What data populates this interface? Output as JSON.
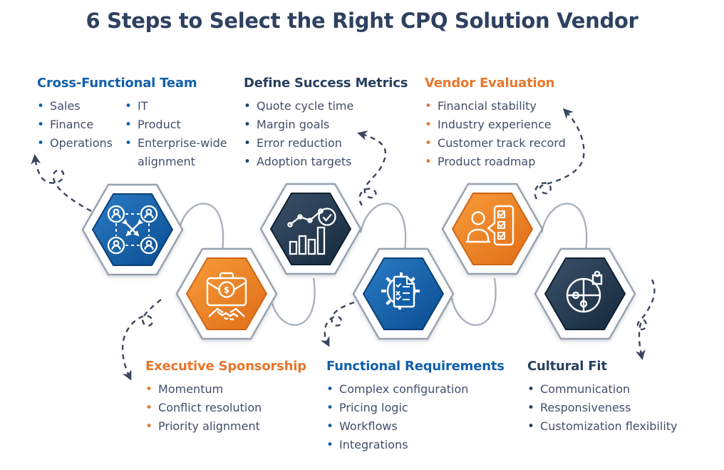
{
  "title": "6 Steps to Select the Right CPQ Solution Vendor",
  "glyphs": {
    "bullet": "•",
    "dollar": "$"
  },
  "colors": {
    "title_navy": "#2d4160",
    "blue_accent": "#1160ab",
    "navy_accent": "#27405f",
    "orange_accent": "#e8762b",
    "body_text": "#414f69",
    "arrow": "#39465f",
    "connector": "#a9b1bc",
    "hex_blue_light": "#2b7cc5",
    "hex_blue_dark": "#0a4c90",
    "hex_orange_light": "#f79b3a",
    "hex_orange_dark": "#e06d17",
    "hex_navy_light": "#3c5069",
    "hex_navy_dark": "#15293d",
    "hex_ring": "#98a2ad"
  },
  "steps": [
    {
      "heading": "Cross-Functional Team",
      "icon": "team-network-icon",
      "items": [
        "Sales",
        "Finance",
        "Operations",
        "IT",
        "Product",
        "Enterprise-wide alignment"
      ]
    },
    {
      "heading": "Define Success Metrics",
      "icon": "growth-chart-icon",
      "items": [
        "Quote cycle time",
        "Margin goals",
        "Error reduction",
        "Adoption targets"
      ]
    },
    {
      "heading": "Vendor Evaluation",
      "icon": "person-checklist-icon",
      "items": [
        "Financial stability",
        "Industry experience",
        "Customer track record",
        "Product roadmap"
      ]
    },
    {
      "heading": "Executive Sponsorship",
      "icon": "briefcase-handshake-icon",
      "items": [
        "Momentum",
        "Conflict resolution",
        "Priority alignment"
      ]
    },
    {
      "heading": "Functional Requirements",
      "icon": "gear-document-icon",
      "items": [
        "Complex configuration",
        "Pricing logic",
        "Workflows",
        "Integrations"
      ]
    },
    {
      "heading": "Cultural Fit",
      "icon": "puzzle-globe-icon",
      "items": [
        "Communication",
        "Responsiveness",
        "Customization flexibility"
      ]
    }
  ]
}
